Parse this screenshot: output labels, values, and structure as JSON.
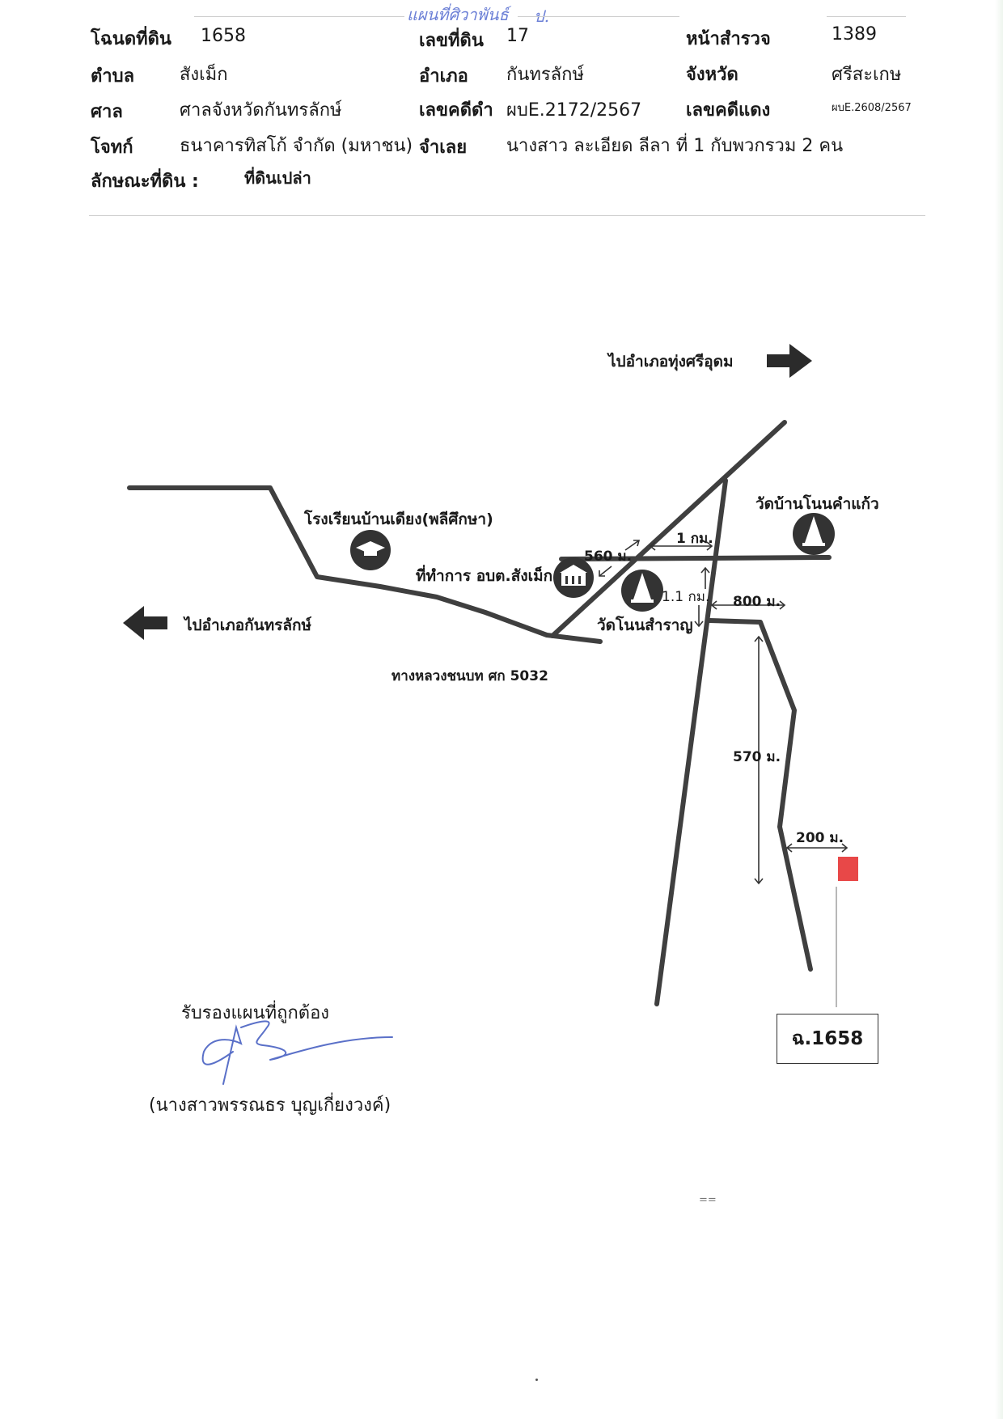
{
  "header": {
    "handwritten_note": "แผนที่ศิวาพันธ์",
    "handwritten_initial": "ป.",
    "rows": [
      {
        "label": "โฉนดที่ดิน",
        "value": "1658"
      },
      {
        "label": "เลขที่ดิน",
        "value": "17"
      },
      {
        "label": "หน้าสำรวจ",
        "value": "1389"
      },
      {
        "label": "ตำบล",
        "value": "สังเม็ก"
      },
      {
        "label": "อำเภอ",
        "value": "กันทรลักษ์"
      },
      {
        "label": "จังหวัด",
        "value": "ศรีสะเกษ"
      },
      {
        "label": "ศาล",
        "value": "ศาลจังหวัดกันทรลักษ์"
      },
      {
        "label": "เลขคดีดำ",
        "value": "ผบE.2172/2567"
      },
      {
        "label": "เลขคดีแดง",
        "value": "ผบE.2608/2567"
      },
      {
        "label": "โจทก์",
        "value": "ธนาคารทิสโก้ จำกัด (มหาชน)"
      },
      {
        "label": "จำเลย",
        "value": "นางสาว ละเอียด ลีลา  ที่ 1  กับพวกรวม 2 คน"
      },
      {
        "label": "ลักษณะที่ดิน :",
        "value": "ที่ดินเปล่า"
      }
    ]
  },
  "map": {
    "to_east": "ไปอำเภอทุ่งศรีอุดม",
    "to_west": "ไปอำเภอกันทรลักษ์",
    "school": "โรงเรียนบ้านเดียง(พลีศึกษา)",
    "office": "ที่ทำการ อบต.สังเม็ก",
    "temple_1": "วัดบ้านโนนคำแก้ว",
    "temple_2": "วัดโนนสำราญ",
    "road": "ทางหลวงชนบท ศก 5032",
    "dist_560": "560 ม.",
    "dist_1km": "1 กม.",
    "dist_1_1km": "1.1 กม.",
    "dist_800": "800 ม.",
    "dist_570": "570 ม.",
    "dist_200": "200 ม.",
    "plot_label": "ฉ.1658",
    "plot_color": "#e84848"
  },
  "footer": {
    "certify": "รับรองแผนที่ถูกต้อง",
    "signer": "(นางสาวพรรณธร บุญเกี่ยงวงค์)",
    "mark": "=="
  }
}
